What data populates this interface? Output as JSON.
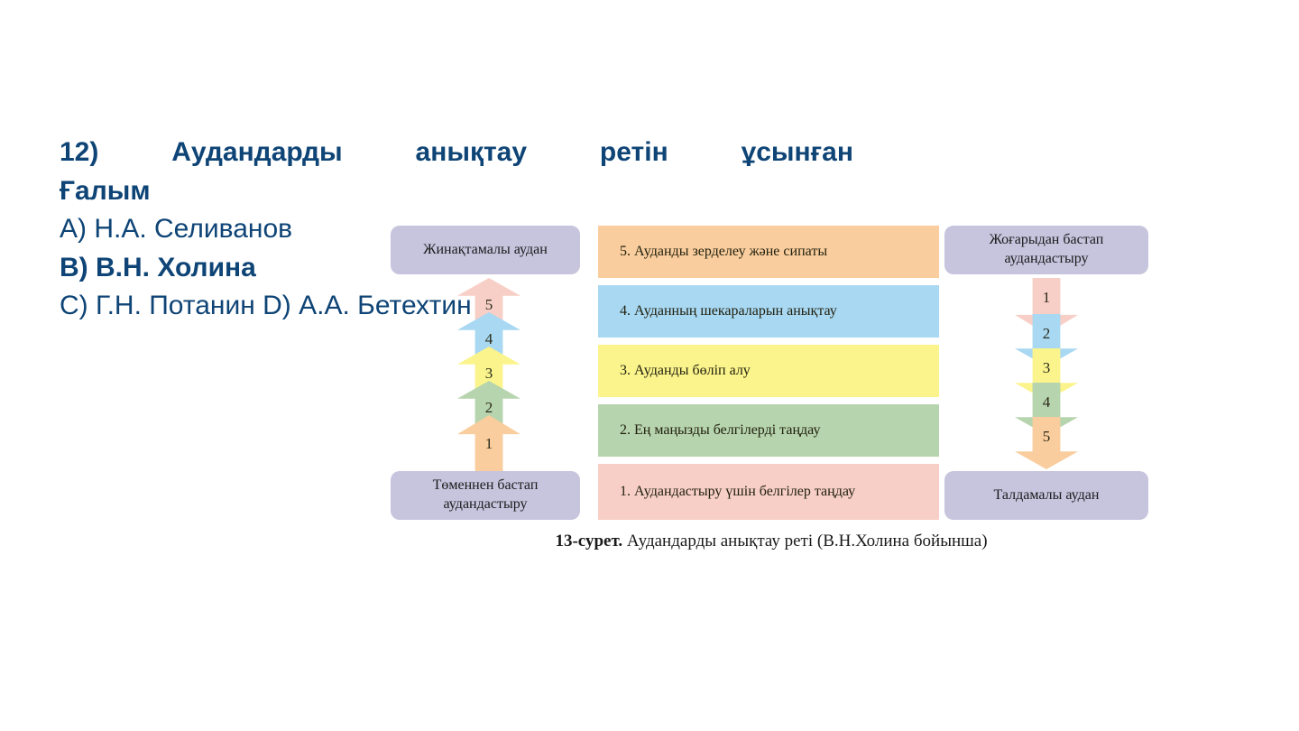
{
  "question": {
    "number": "12)",
    "stem_part1": "Аудандарды",
    "stem_part2": "анықтау",
    "stem_part3": "ретін",
    "stem_part4": "ұсынған",
    "stem_line2": "Ғалым",
    "options": [
      {
        "label": "A) Н.А. Селиванов",
        "bold": false
      },
      {
        "label": "B) В.Н. Холина",
        "bold": true
      },
      {
        "label": "C) Г.Н. Потанин D) А.А. Бетехтин",
        "bold": false
      }
    ]
  },
  "colors": {
    "text_navy": "#0e4476",
    "endbox_lavender": "#c7c4de",
    "step1_pink": "#f7cfc6",
    "step2_green": "#b6d4ad",
    "step3_yellow": "#fbf48c",
    "step4_blue": "#a8d8f2",
    "step5_orange": "#f9cd9d"
  },
  "diagram": {
    "left_column": {
      "top_box": "Жинақтамалы аудан",
      "bottom_box": "Төменнен бастап аудандастыру",
      "direction": "up",
      "arrows": [
        {
          "num": "1",
          "color": "#f9cd9d"
        },
        {
          "num": "2",
          "color": "#b6d4ad"
        },
        {
          "num": "3",
          "color": "#fbf48c"
        },
        {
          "num": "4",
          "color": "#a8d8f2"
        },
        {
          "num": "5",
          "color": "#f7cfc6"
        }
      ]
    },
    "center_steps": [
      {
        "num": "5",
        "text": "5. Ауданды зерделеу және сипаты",
        "color": "#f9cd9d"
      },
      {
        "num": "4",
        "text": "4. Ауданның шекараларын анықтау",
        "color": "#a8d8f2"
      },
      {
        "num": "3",
        "text": "3. Ауданды бөліп алу",
        "color": "#fbf48c"
      },
      {
        "num": "2",
        "text": "2. Ең маңызды белгілерді таңдау",
        "color": "#b6d4ad"
      },
      {
        "num": "1",
        "text": "1. Аудандастыру үшін белгілер таңдау",
        "color": "#f7cfc6"
      }
    ],
    "right_column": {
      "top_box": "Жоғарыдан бастап аудандастыру",
      "bottom_box": "Талдамалы аудан",
      "direction": "down",
      "arrows": [
        {
          "num": "1",
          "color": "#f7cfc6"
        },
        {
          "num": "2",
          "color": "#a8d8f2"
        },
        {
          "num": "3",
          "color": "#fbf48c"
        },
        {
          "num": "4",
          "color": "#b6d4ad"
        },
        {
          "num": "5",
          "color": "#f9cd9d"
        }
      ]
    },
    "caption_bold": "13-сурет.",
    "caption_rest": " Аудандарды анықтау реті (В.Н.Холина бойынша)"
  }
}
